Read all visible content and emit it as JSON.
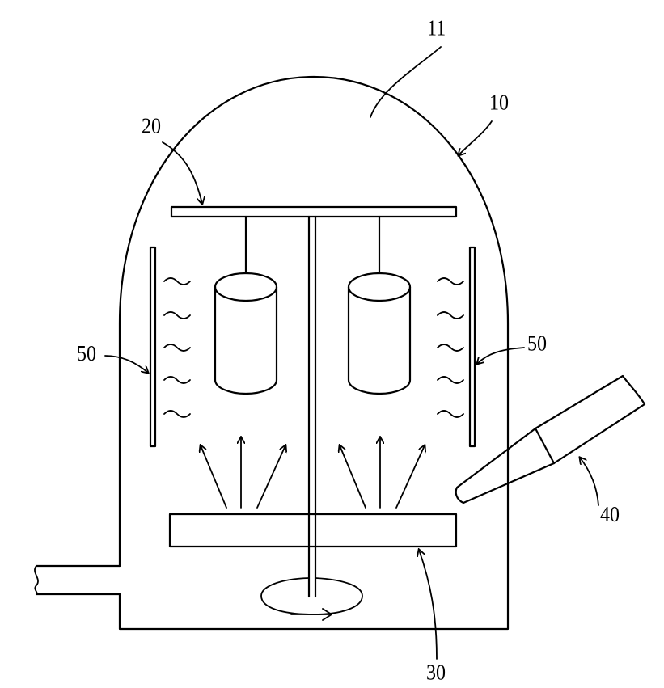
{
  "figure": {
    "reference_numerals": {
      "chamber": "10",
      "chamber_interior": "11",
      "holder_plate": "20",
      "evaporation_source": "30",
      "gun": "40",
      "heater_left": "50",
      "heater_right": "50"
    }
  }
}
